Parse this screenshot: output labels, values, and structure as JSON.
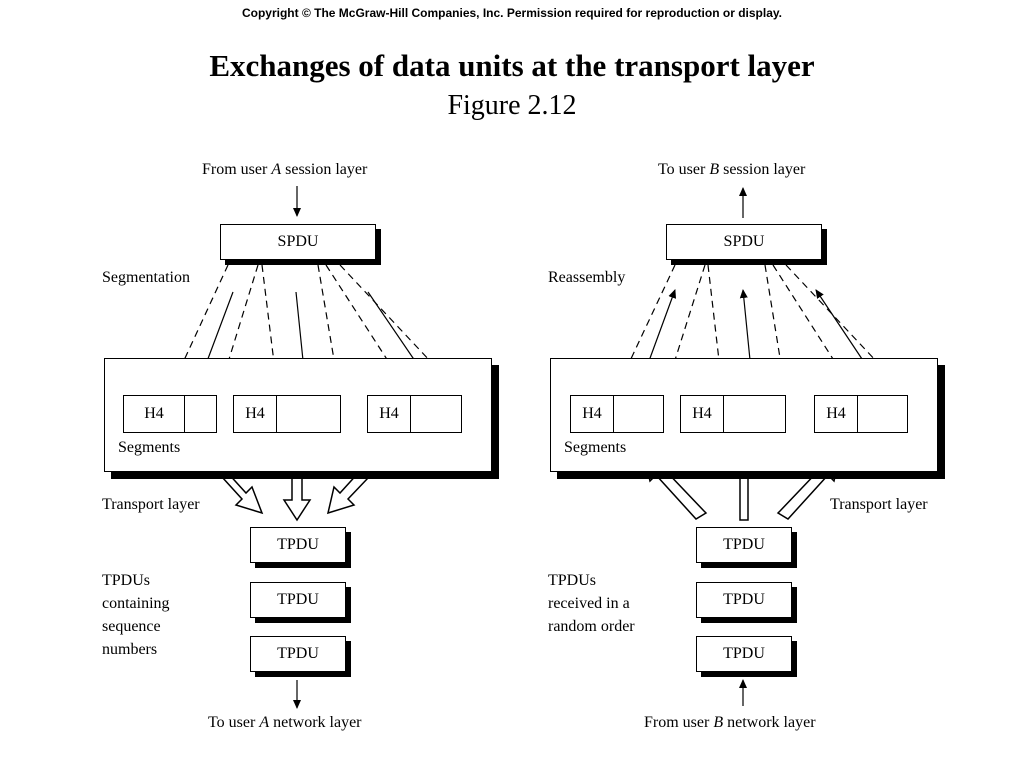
{
  "copyright": "Copyright © The McGraw-Hill Companies, Inc. Permission required for reproduction or display.",
  "title": "Exchanges of data units at the transport layer",
  "subtitle": "Figure 2.12",
  "left": {
    "top_label_prefix": "From user ",
    "top_label_user": "A",
    "top_label_suffix": " session layer",
    "spdu": "SPDU",
    "process_label": "Segmentation",
    "segment_header": "H4",
    "segments_label": "Segments",
    "layer_label": "Transport layer",
    "tpdu": "TPDU",
    "tpdu_note": [
      "TPDUs",
      "containing",
      "sequence",
      "numbers"
    ],
    "bottom_label_prefix": "To user ",
    "bottom_label_user": "A",
    "bottom_label_suffix": " network layer"
  },
  "right": {
    "top_label_prefix": "To user ",
    "top_label_user": "B",
    "top_label_suffix": " session layer",
    "spdu": "SPDU",
    "process_label": "Reassembly",
    "segment_header": "H4",
    "segments_label": "Segments",
    "layer_label": "Transport layer",
    "tpdu": "TPDU",
    "tpdu_note": [
      "TPDUs",
      "received in a",
      "random order"
    ],
    "bottom_label_prefix": "From user ",
    "bottom_label_user": "B",
    "bottom_label_suffix": " network layer"
  }
}
